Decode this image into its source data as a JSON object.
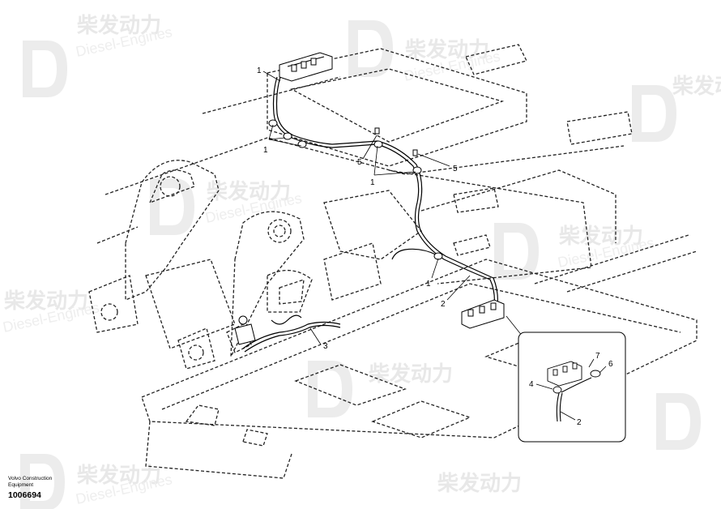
{
  "watermark": {
    "brand_cn": "柴发动力",
    "brand_en": "Diesel-Engines"
  },
  "callouts": {
    "c1_top": "1",
    "c1_left": "1",
    "c5_left": "5",
    "c1_mid": "1",
    "c5_right": "5",
    "c1_lower": "1",
    "c2_main": "2",
    "c3_harness": "3",
    "c7_detail": "7",
    "c6_detail": "6",
    "c4_detail": "4",
    "c2_detail": "2"
  },
  "footer": {
    "company_line1": "Volvo Construction",
    "company_line2": "Equipment",
    "drawing_number": "1006694"
  }
}
